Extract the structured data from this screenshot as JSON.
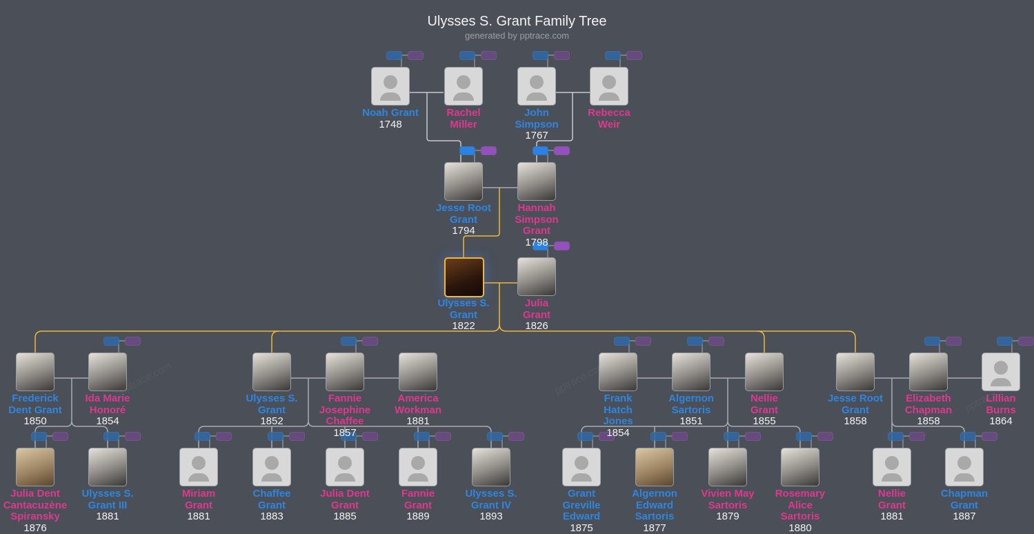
{
  "title": "Ulysses S. Grant Family Tree",
  "subtitle": "generated by pptrace.com",
  "watermark": "pptrace.com",
  "colors": {
    "male": "#2f86e0",
    "female": "#e0388f",
    "direct_line": "#f0b93a",
    "background": "#4a4f58"
  },
  "people": [
    {
      "name": "Noah Grant",
      "year": "1748",
      "sex": "m",
      "photo": false
    },
    {
      "name": "Rachel\nMiller",
      "year": "",
      "sex": "f",
      "photo": false
    },
    {
      "name": "John\nSimpson",
      "year": "1767",
      "sex": "m",
      "photo": false
    },
    {
      "name": "Rebecca\nWeir",
      "year": "",
      "sex": "f",
      "photo": false
    },
    {
      "name": "Jesse Root\nGrant",
      "year": "1794",
      "sex": "m",
      "photo": true
    },
    {
      "name": "Hannah\nSimpson\nGrant",
      "year": "1798",
      "sex": "f",
      "photo": true
    },
    {
      "name": "Ulysses S.\nGrant",
      "year": "1822",
      "sex": "m",
      "photo": true,
      "selected": true
    },
    {
      "name": "Julia\nGrant",
      "year": "1826",
      "sex": "f",
      "photo": true
    },
    {
      "name": "Frederick\nDent Grant",
      "year": "1850",
      "sex": "m",
      "photo": true
    },
    {
      "name": "Ida Marie\nHonoré",
      "year": "1854",
      "sex": "f",
      "photo": true
    },
    {
      "name": "Ulysses S.\nGrant",
      "year": "1852",
      "sex": "m",
      "photo": true
    },
    {
      "name": "Fannie\nJosephine\nChaffee",
      "year": "1857",
      "sex": "f",
      "photo": true
    },
    {
      "name": "America\nWorkman",
      "year": "1881",
      "sex": "f",
      "photo": true
    },
    {
      "name": "Frank\nHatch\nJones",
      "year": "1854",
      "sex": "m",
      "photo": true
    },
    {
      "name": "Algernon\nSartoris",
      "year": "1851",
      "sex": "m",
      "photo": true
    },
    {
      "name": "Nellie\nGrant",
      "year": "1855",
      "sex": "f",
      "photo": true
    },
    {
      "name": "Jesse Root\nGrant",
      "year": "1858",
      "sex": "m",
      "photo": true
    },
    {
      "name": "Elizabeth\nChapman",
      "year": "1858",
      "sex": "f",
      "photo": true
    },
    {
      "name": "Lillian\nBurns",
      "year": "1864",
      "sex": "f",
      "photo": false
    },
    {
      "name": "Julia Dent\nCantacuzène\nSpiransky",
      "year": "1876",
      "sex": "f",
      "photo": true,
      "sepia": true
    },
    {
      "name": "Ulysses S.\nGrant III",
      "year": "1881",
      "sex": "m",
      "photo": true
    },
    {
      "name": "Miriam\nGrant",
      "year": "1881",
      "sex": "f",
      "photo": false
    },
    {
      "name": "Chaffee\nGrant",
      "year": "1883",
      "sex": "m",
      "photo": false
    },
    {
      "name": "Julia Dent\nGrant",
      "year": "1885",
      "sex": "f",
      "photo": false
    },
    {
      "name": "Fannie\nGrant",
      "year": "1889",
      "sex": "f",
      "photo": false
    },
    {
      "name": "Ulysses S.\nGrant IV",
      "year": "1893",
      "sex": "m",
      "photo": true
    },
    {
      "name": "Grant\nGreville\nEdward",
      "year": "1875",
      "sex": "m",
      "photo": false
    },
    {
      "name": "Algernon\nEdward\nSartoris",
      "year": "1877",
      "sex": "m",
      "photo": true,
      "sepia": true
    },
    {
      "name": "Vivien May\nSartoris",
      "year": "1879",
      "sex": "f",
      "photo": true
    },
    {
      "name": "Rosemary\nAlice\nSartoris",
      "year": "1880",
      "sex": "f",
      "photo": true
    },
    {
      "name": "Nellie\nGrant",
      "year": "1881",
      "sex": "f",
      "photo": false
    },
    {
      "name": "Chapman\nGrant",
      "year": "1887",
      "sex": "m",
      "photo": false
    }
  ]
}
